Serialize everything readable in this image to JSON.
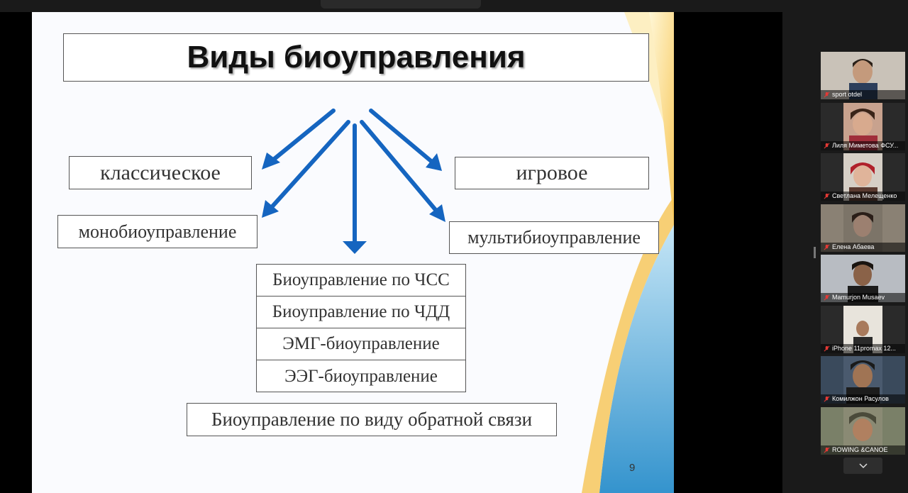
{
  "slide": {
    "title": "Виды биоуправления",
    "classic": "классическое",
    "game": "игровое",
    "mono": "монобиоуправление",
    "multi": "мультибиоуправление",
    "stack": [
      "Биоуправление по ЧСС",
      "Биоуправление по ЧДД",
      "ЭМГ-биоуправление",
      "ЭЭГ-биоуправление"
    ],
    "feedback": "Биоуправление по виду обратной связи",
    "page_number": "9",
    "arrow_color": "#1565c0"
  },
  "participants": [
    {
      "name": "sport otdel",
      "icon": "muted-mic-icon",
      "pinned": true
    },
    {
      "name": "Лиля Миметова ФСУ...",
      "icon": "muted-mic-icon"
    },
    {
      "name": "Светлана Мелещенко",
      "icon": "muted-mic-icon"
    },
    {
      "name": "Елена Абаева",
      "icon": "muted-mic-icon"
    },
    {
      "name": "Mamurjon Musaev",
      "icon": "muted-mic-icon"
    },
    {
      "name": "iPhone 11promax 12...",
      "icon": "muted-mic-icon"
    },
    {
      "name": "Комилжон Расулов",
      "icon": "muted-mic-icon"
    },
    {
      "name": "ROWING &CANOE",
      "icon": "muted-mic-icon"
    }
  ],
  "controls": {
    "scroll_down_icon": "chevron-down-icon"
  }
}
